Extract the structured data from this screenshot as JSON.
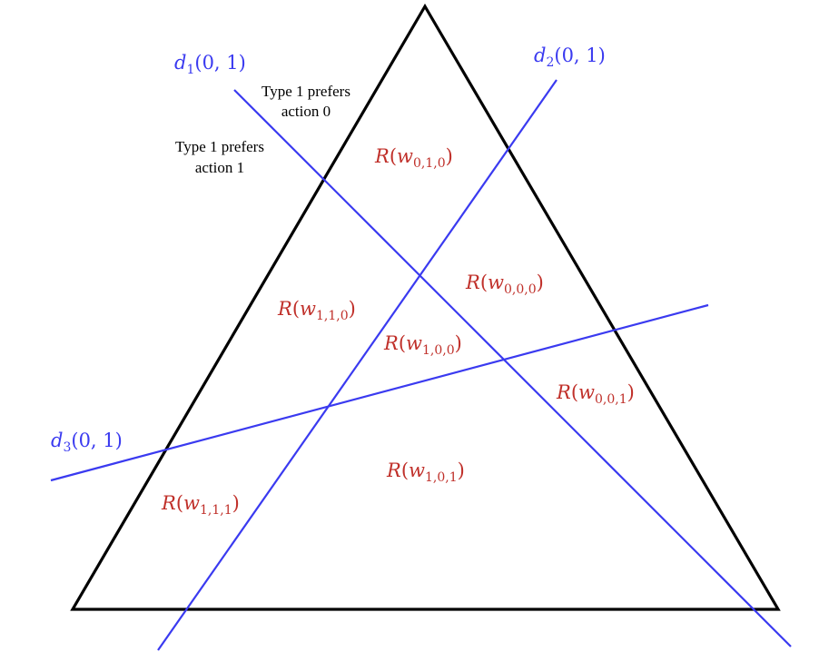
{
  "colors": {
    "triangle": "#000000",
    "lines": "#3a3af0",
    "regions": "#c0302a"
  },
  "lines": [
    {
      "var": "d",
      "sub": "1",
      "args": "(0, 1)"
    },
    {
      "var": "d",
      "sub": "2",
      "args": "(0, 1)"
    },
    {
      "var": "d",
      "sub": "3",
      "args": "(0, 1)"
    }
  ],
  "annotations": [
    {
      "line1": "Type 1 prefers",
      "line2": "action 0"
    },
    {
      "line1": "Type 1 prefers",
      "line2": "action 1"
    }
  ],
  "regions": [
    {
      "fn": "R",
      "open": "(",
      "var": "w",
      "sub": "0,1,0",
      "close": ")"
    },
    {
      "fn": "R",
      "open": "(",
      "var": "w",
      "sub": "0,0,0",
      "close": ")"
    },
    {
      "fn": "R",
      "open": "(",
      "var": "w",
      "sub": "1,1,0",
      "close": ")"
    },
    {
      "fn": "R",
      "open": "(",
      "var": "w",
      "sub": "1,0,0",
      "close": ")"
    },
    {
      "fn": "R",
      "open": "(",
      "var": "w",
      "sub": "0,0,1",
      "close": ")"
    },
    {
      "fn": "R",
      "open": "(",
      "var": "w",
      "sub": "1,0,1",
      "close": ")"
    },
    {
      "fn": "R",
      "open": "(",
      "var": "w",
      "sub": "1,1,1",
      "close": ")"
    }
  ]
}
